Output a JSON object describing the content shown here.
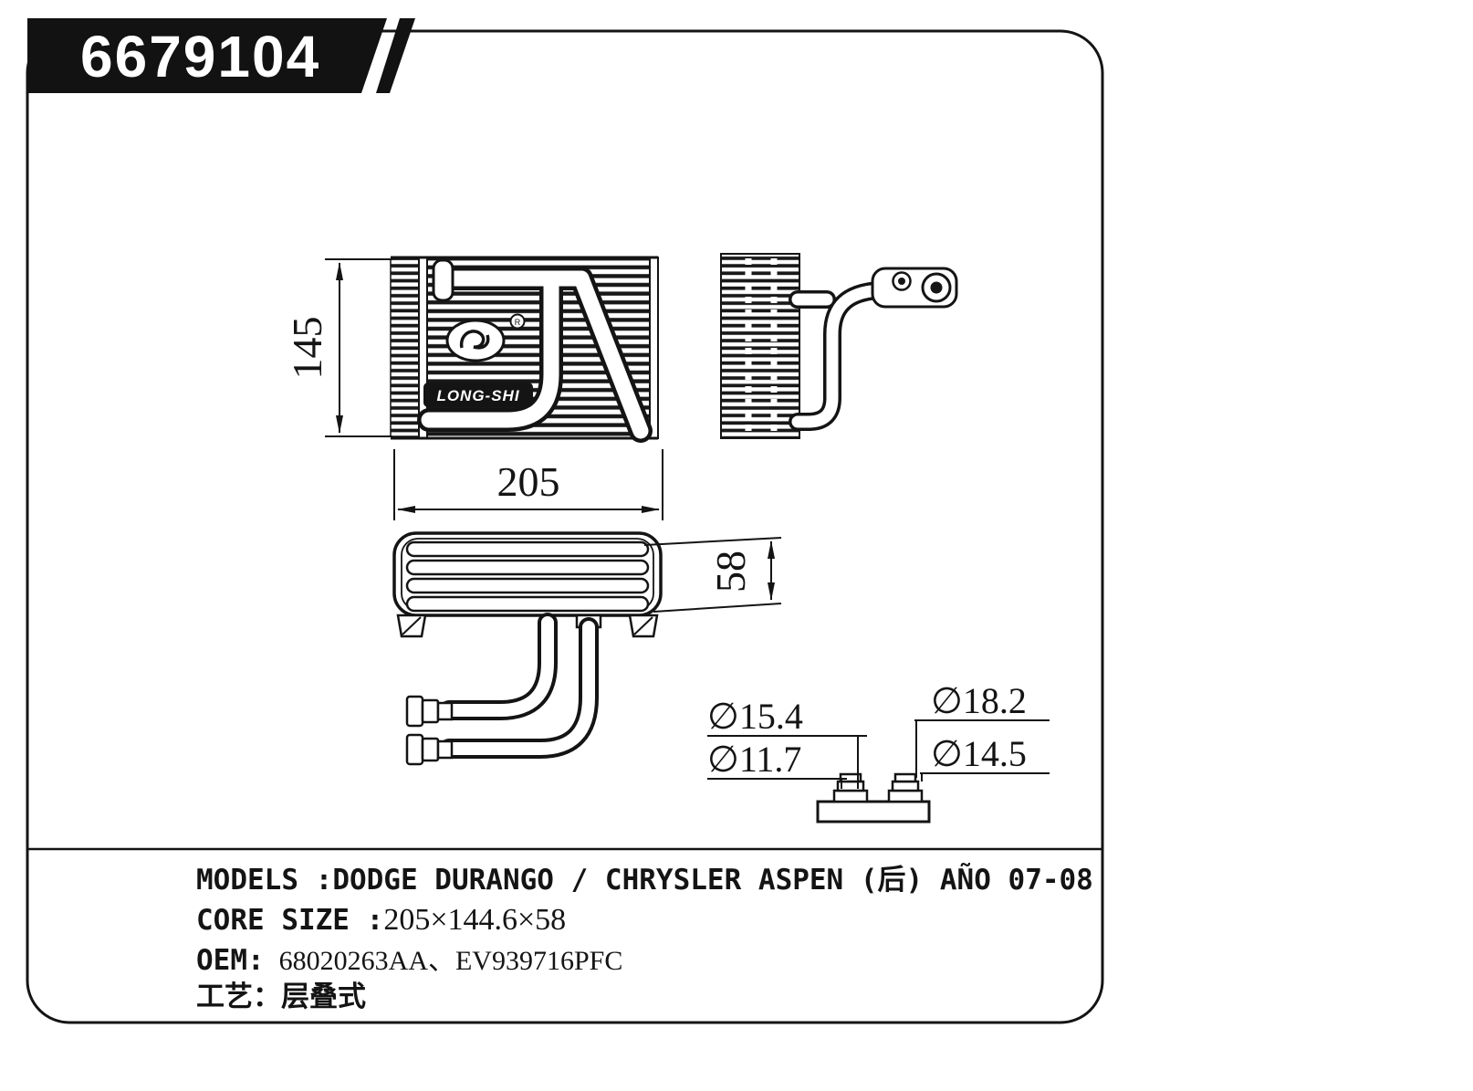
{
  "banner": {
    "part_number": "6679104"
  },
  "drawing": {
    "logo_text": "LONG-SHI",
    "registered_mark": "R",
    "dim_height": "145",
    "dim_width": "205",
    "dim_depth": "58",
    "dia_top_left": "∅15.4",
    "dia_top_right": "∅18.2",
    "dia_bottom_left": "∅11.7",
    "dia_bottom_right": "∅14.5"
  },
  "specs": {
    "models_label": "MODELS :",
    "models_value": "DODGE DURANGO / CHRYSLER ASPEN (后) AÑO 07-08",
    "core_size_label": "CORE SIZE :",
    "core_size_value": "205×144.6×58",
    "oem_label": "OEM:",
    "oem_value": "68020263AA、EV939716PFC",
    "process_label": "工艺：",
    "process_value": "层叠式"
  }
}
